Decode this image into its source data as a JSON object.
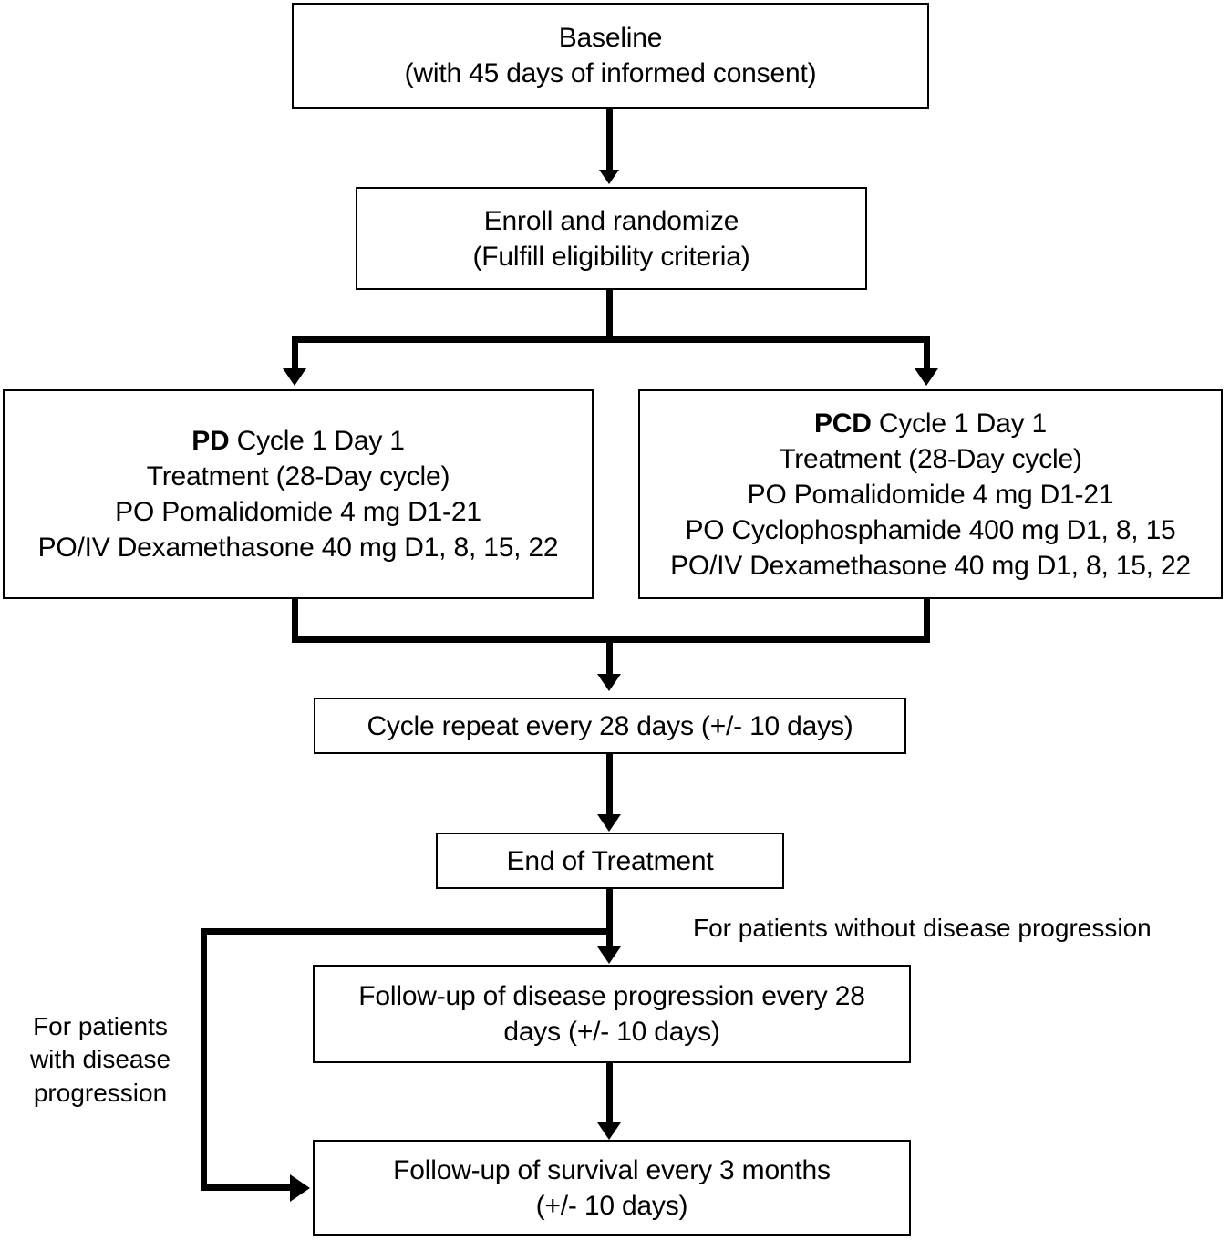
{
  "diagram": {
    "title": "Clinical trial schema flowchart",
    "type": "flowchart",
    "colors": {
      "stroke": "#000000",
      "fill": "#ffffff",
      "text": "#000000"
    },
    "nodes": {
      "baseline": {
        "line1": "Baseline",
        "line2": "(with 45 days of informed consent)"
      },
      "enroll": {
        "line1": "Enroll and randomize",
        "line2": "(Fulfill eligibility criteria)"
      },
      "arm_pd": {
        "arm_code": "PD",
        "line1_rest": " Cycle 1 Day 1",
        "line2": "Treatment (28-Day cycle)",
        "line3": "PO Pomalidomide 4 mg D1-21",
        "line4": "PO/IV Dexamethasone 40 mg D1, 8, 15, 22"
      },
      "arm_pcd": {
        "arm_code": "PCD",
        "line1_rest": " Cycle 1 Day 1",
        "line2": "Treatment (28-Day cycle)",
        "line3": "PO Pomalidomide 4 mg D1-21",
        "line4": "PO Cyclophosphamide 400 mg D1, 8, 15",
        "line5": "PO/IV Dexamethasone 40 mg D1, 8, 15, 22"
      },
      "cycle_repeat": {
        "line1": "Cycle repeat every 28 days (+/- 10 days)"
      },
      "end_of_treatment": {
        "line1": "End of Treatment"
      },
      "followup_progression": {
        "line1": "Follow-up of disease progression every 28",
        "line2": "days (+/- 10 days)"
      },
      "followup_survival": {
        "line1": "Follow-up of survival every 3 months",
        "line2": "(+/- 10 days)"
      }
    },
    "edge_labels": {
      "without_progression": "For patients without disease progression",
      "with_progression": "For patients with disease progression"
    }
  }
}
